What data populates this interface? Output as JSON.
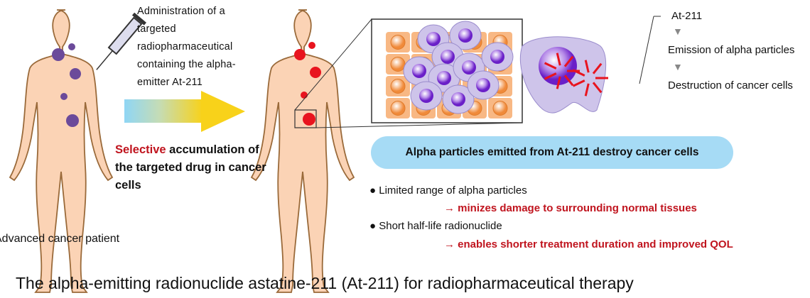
{
  "administration_text": "Administration of a targeted radiopharmaceutical containing the alpha-emitter At-211",
  "selective_label": "Selective",
  "accumulation_text": " accumulation of the targeted drug in cancer cells",
  "patient_label": "Advanced cancer patient",
  "steps": {
    "isotope": "At-211",
    "emission": "Emission of alpha particles",
    "destruction": "Destruction of cancer cells"
  },
  "banner": "Alpha particles emitted from At-211 destroy cancer cells",
  "bullets": [
    {
      "text": "Limited range of alpha particles",
      "result": "→ minizes damage to surrounding normal tissues"
    },
    {
      "text": "Short half-life radionuclide",
      "result": "→ enables shorter treatment duration and improved QOL"
    }
  ],
  "caption": "The alpha-emitting radionuclide astatine-211 (At-211) for radiopharmaceutical therapy",
  "colors": {
    "skin": "#fbd3b5",
    "outline": "#9a6a3a",
    "tumor_before": "#6b4a9a",
    "tumor_after": "#e8141e",
    "highlight": "#c0141e",
    "banner": "#a6dbf5",
    "normal_cell": "#f6a86a",
    "cancer_cell": "#c9bde6"
  }
}
